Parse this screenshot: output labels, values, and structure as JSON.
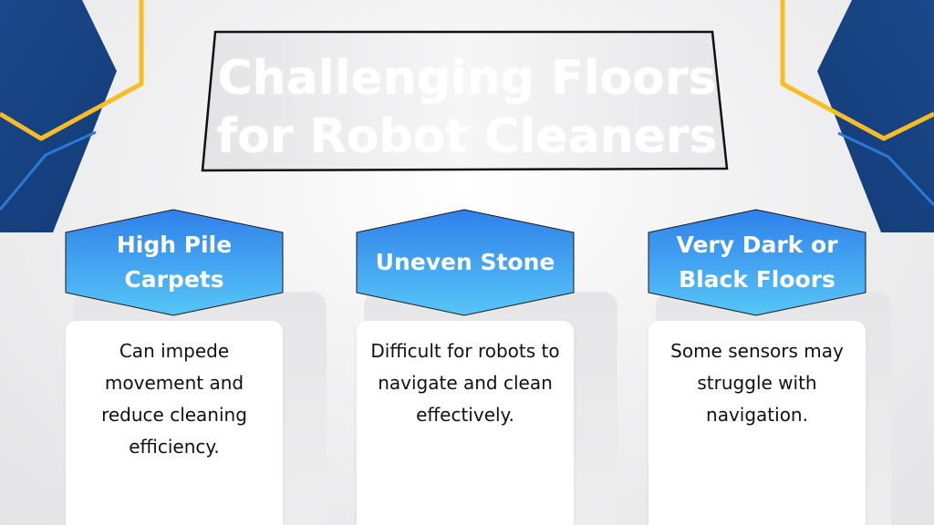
{
  "slide": {
    "title": "Challenging Floors for Robot Cleaners",
    "colors": {
      "navy": "#1e4f93",
      "gold": "#f6bd26",
      "hex_top": "#2f80ea",
      "hex_bottom": "#57c6f7",
      "card": "#ffffff",
      "text": "#111111"
    },
    "columns": [
      {
        "heading": "High Pile Carpets",
        "body": "Can impede movement and reduce cleaning efficiency."
      },
      {
        "heading": "Uneven Stone",
        "body": "Difficult for robots to navigate and clean effectively."
      },
      {
        "heading": "Very Dark or Black Floors",
        "body": "Some sensors may struggle with navigation."
      }
    ]
  }
}
